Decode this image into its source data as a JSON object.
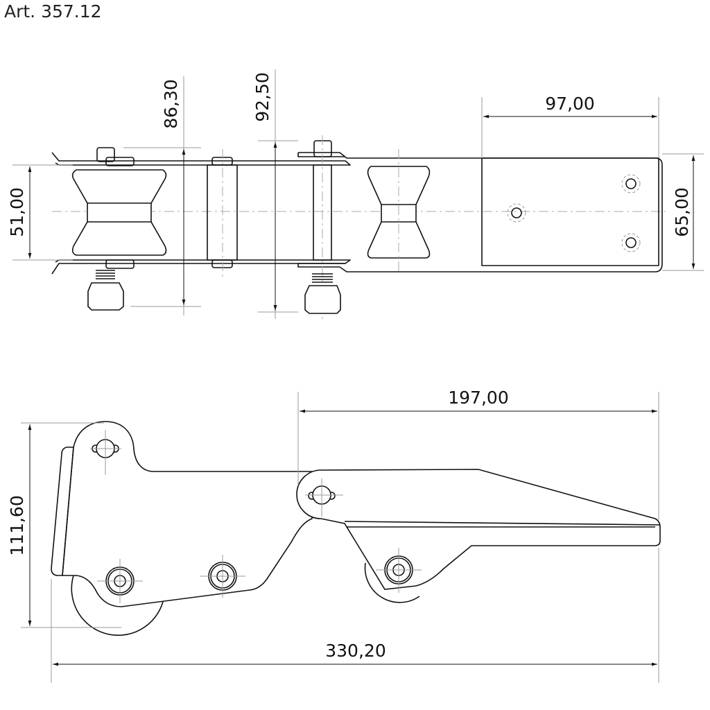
{
  "title": "Art. 357.12",
  "dimensions": {
    "top_view": {
      "length_right": "97,00",
      "height_right": "65,00",
      "width_left": "51,00",
      "overall_1": "86,30",
      "overall_2": "92,50"
    },
    "side_view": {
      "length_arm": "197,00",
      "length_total": "330,20",
      "height_total": "111,60"
    }
  }
}
